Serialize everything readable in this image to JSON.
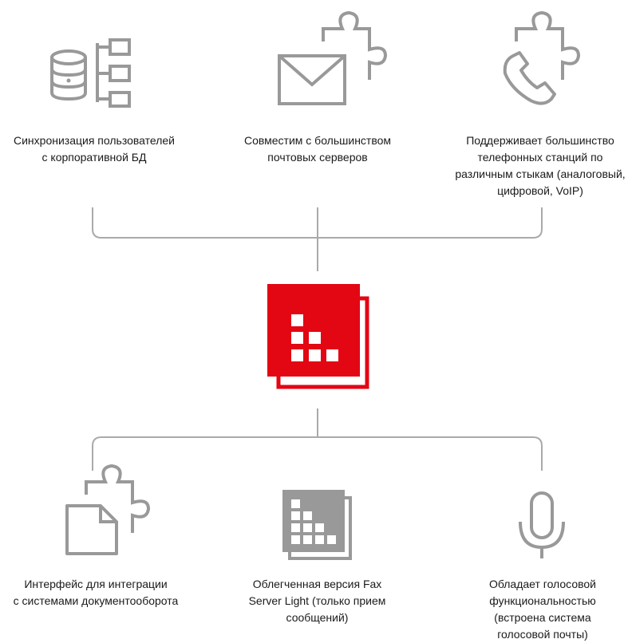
{
  "top_features": [
    {
      "text": "Синхронизация пользователей\nс корпоративной БД",
      "icon": "database-sync-icon"
    },
    {
      "text": "Совместим с большинством\nпочтовых серверов",
      "icon": "mail-plugin-icon"
    },
    {
      "text": "Поддерживает большинство\nтелефонных станций по\nразличным стыкам (аналоговый,\nцифровой, VoIP)",
      "icon": "phone-plugin-icon"
    }
  ],
  "bottom_features": [
    {
      "text": "Интерфейс для интеграции\nс системами документооборота",
      "icon": "document-plugin-icon"
    },
    {
      "text": "Облегченная версия Fax\nServer Light (только прием\nсообщений)",
      "icon": "fax-server-light-icon"
    },
    {
      "text": "Обладает голосовой\nфункциональностью\n(встроена система\nголосовой почты)",
      "icon": "microphone-icon"
    }
  ],
  "colors": {
    "accent": "#e30613",
    "icon_gray": "#999999",
    "line_gray": "#aaaaaa"
  }
}
